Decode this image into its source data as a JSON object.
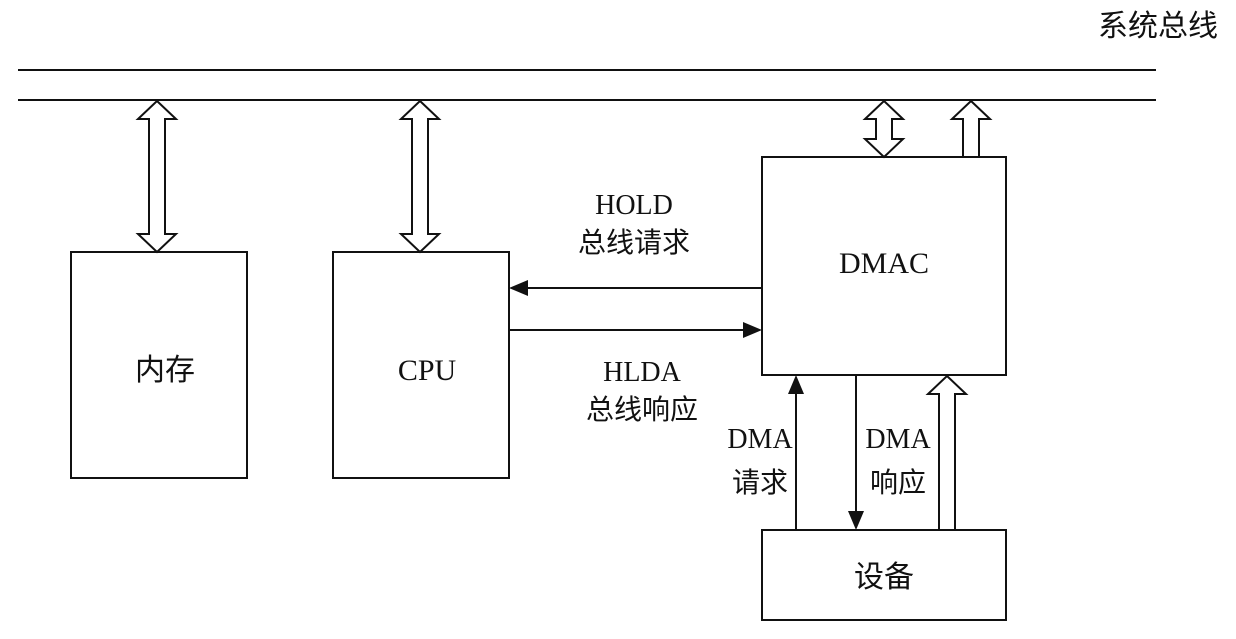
{
  "bus": {
    "label": "系统总线"
  },
  "blocks": {
    "memory": "内存",
    "cpu": "CPU",
    "dmac": "DMAC",
    "device": "设备"
  },
  "signals": {
    "hold_name": "HOLD",
    "hold_desc": "总线请求",
    "hlda_name": "HLDA",
    "hlda_desc": "总线响应",
    "dma_req_name": "DMA",
    "dma_req_desc": "请求",
    "dma_ack_name": "DMA",
    "dma_ack_desc": "响应"
  },
  "colors": {
    "stroke": "#111111",
    "background": "#ffffff"
  }
}
